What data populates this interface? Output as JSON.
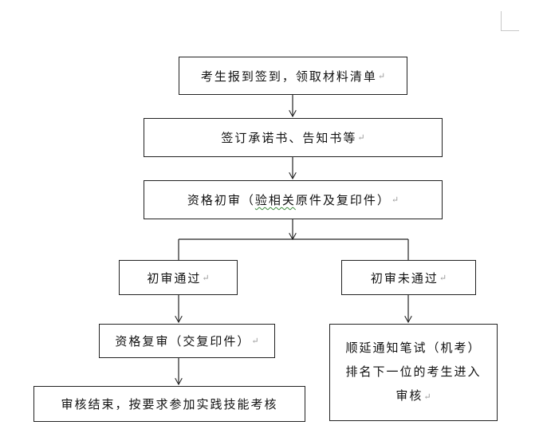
{
  "diagram": {
    "nodes": {
      "checkin": {
        "text": "考生报到签到，领取材料清单"
      },
      "sign": {
        "text": "签订承诺书、告知书等"
      },
      "initial_review": {
        "prefix": "资格初审（",
        "marked": "验相关",
        "suffix": "原件及复印件）"
      },
      "initial_pass": {
        "text": "初审通过"
      },
      "initial_fail": {
        "text": "初审未通过"
      },
      "re_review": {
        "text": "资格复审（交复印件）"
      },
      "deferred": {
        "line1": "顺延通知笔试（机考）",
        "line2": "排名下一位的考生进入",
        "line3": "审核"
      },
      "finish": {
        "text": "审核结束，按要求参加实践技能考核"
      }
    },
    "paragraph_mark": "↵"
  }
}
